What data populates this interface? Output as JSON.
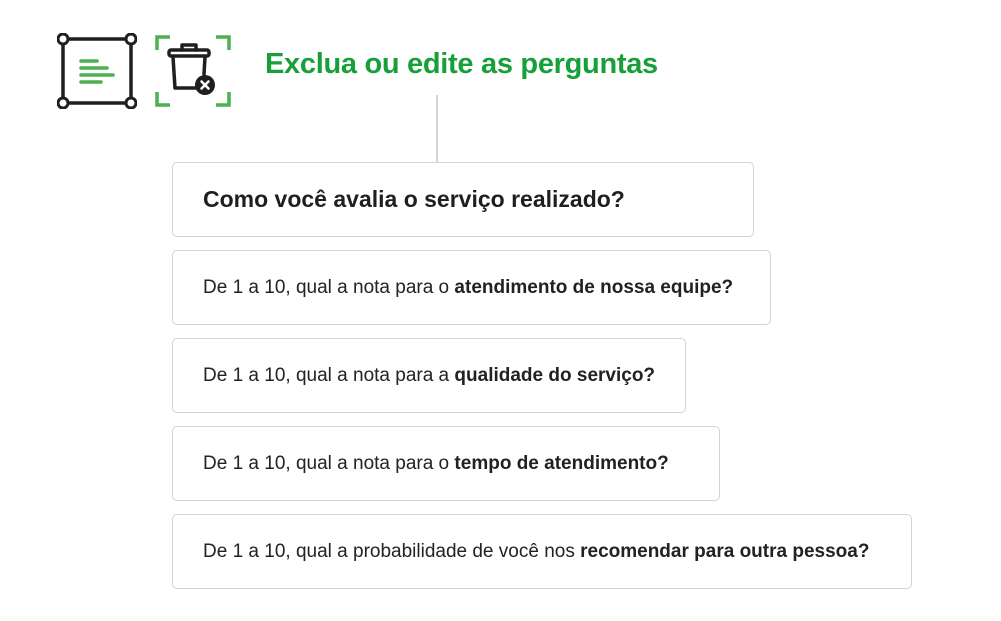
{
  "header": {
    "title": "Exclua ou edite as perguntas",
    "icons": [
      "text-frame-icon",
      "trash-delete-icon"
    ],
    "accent_color": "#17a03a"
  },
  "questions": [
    {
      "plain": "Como você avalia o serviço realizado?",
      "bold": ""
    },
    {
      "plain": "De 1 a 10, qual a nota para o ",
      "bold": "atendimento de nossa equipe?"
    },
    {
      "plain": "De 1 a 10, qual a nota para a ",
      "bold": "qualidade do serviço?"
    },
    {
      "plain": "De 1 a 10, qual a nota para o ",
      "bold": "tempo de atendimento?"
    },
    {
      "plain": "De 1 a 10, qual a probabilidade de você nos ",
      "bold": "recomendar para outra pessoa?"
    }
  ]
}
